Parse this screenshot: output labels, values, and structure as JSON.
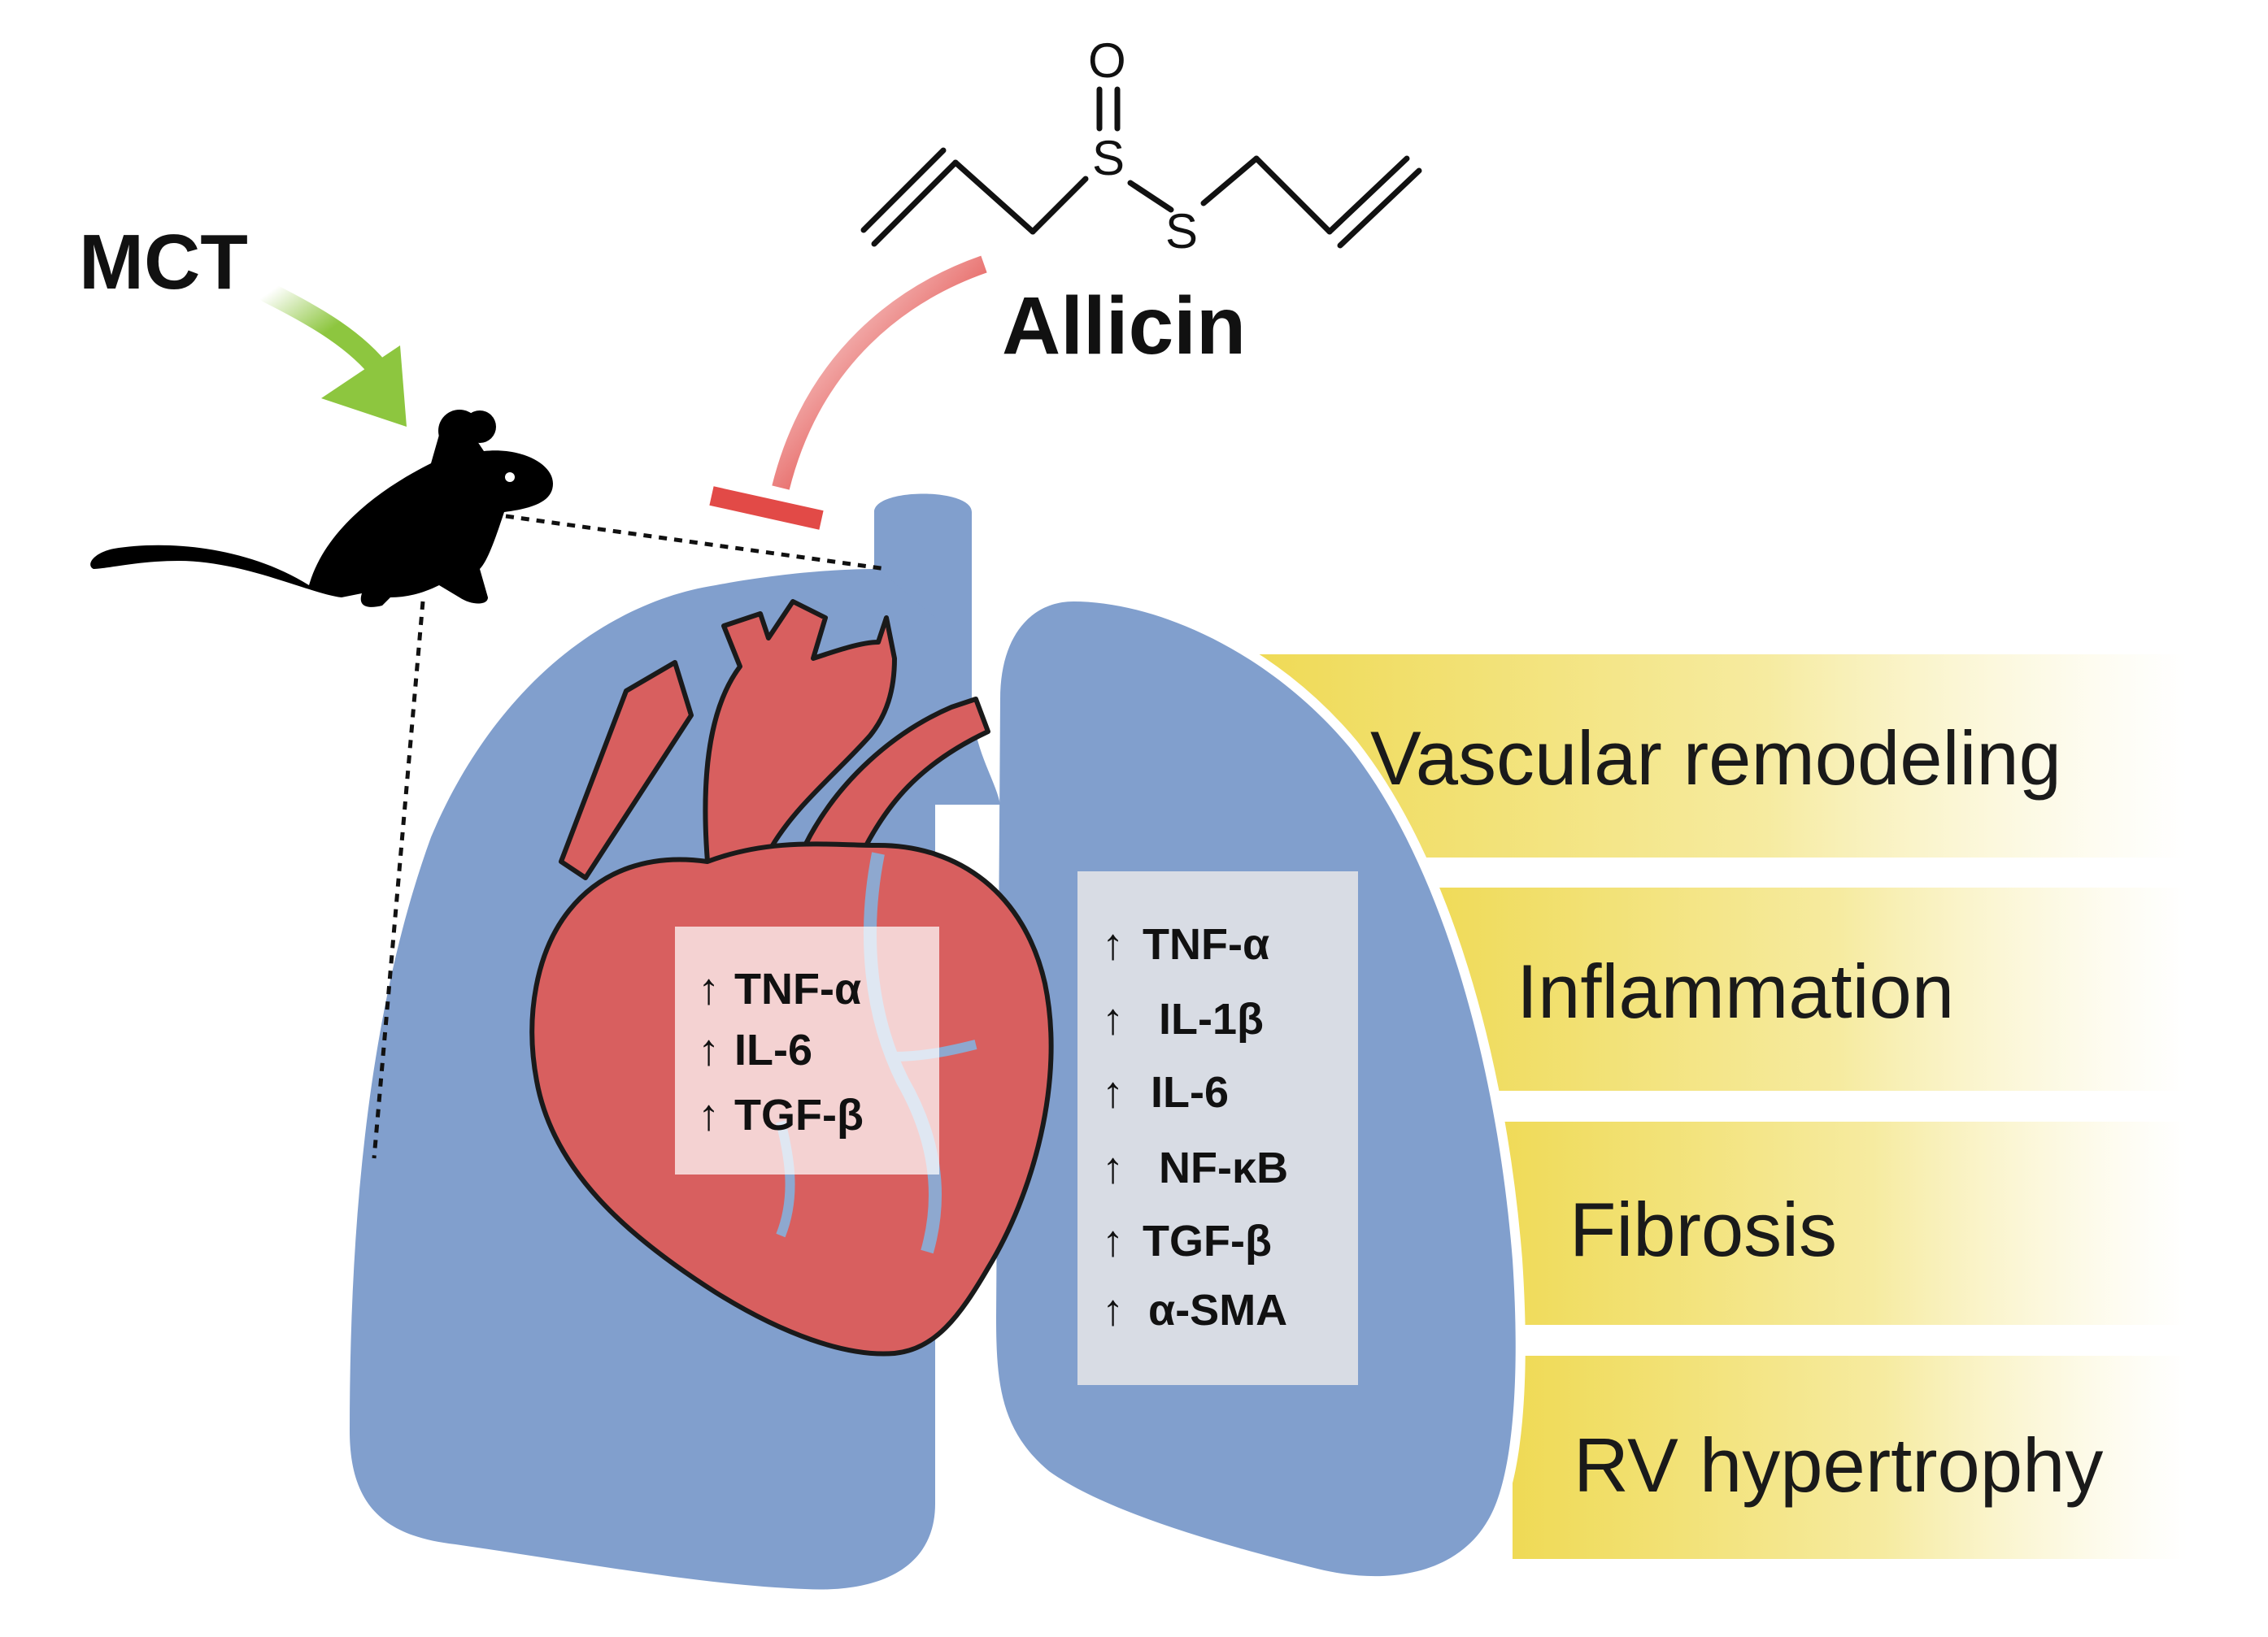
{
  "inducer_label": "MCT",
  "compound": {
    "name": "Allicin",
    "atom_oxygen": "O",
    "atom_sulfur_1": "S",
    "atom_sulfur_2": "S"
  },
  "heart_box": {
    "items": [
      "TNF-α",
      "IL-6",
      "TGF-β"
    ]
  },
  "lung_box": {
    "items": [
      "TNF-α",
      "IL-1β",
      "IL-6",
      "NF-κB",
      "TGF-β",
      "α-SMA"
    ]
  },
  "outcomes": [
    "Vascular remodeling",
    "Inflammation",
    "Fibrosis",
    "RV hypertrophy"
  ],
  "colors": {
    "lung": "#819fcd",
    "heart": "#d85f5f",
    "inhibitor": "#e24a47",
    "induction_arrow": "#8dc63f",
    "band": "#f1dd61",
    "label_box": "#d8dce4"
  }
}
